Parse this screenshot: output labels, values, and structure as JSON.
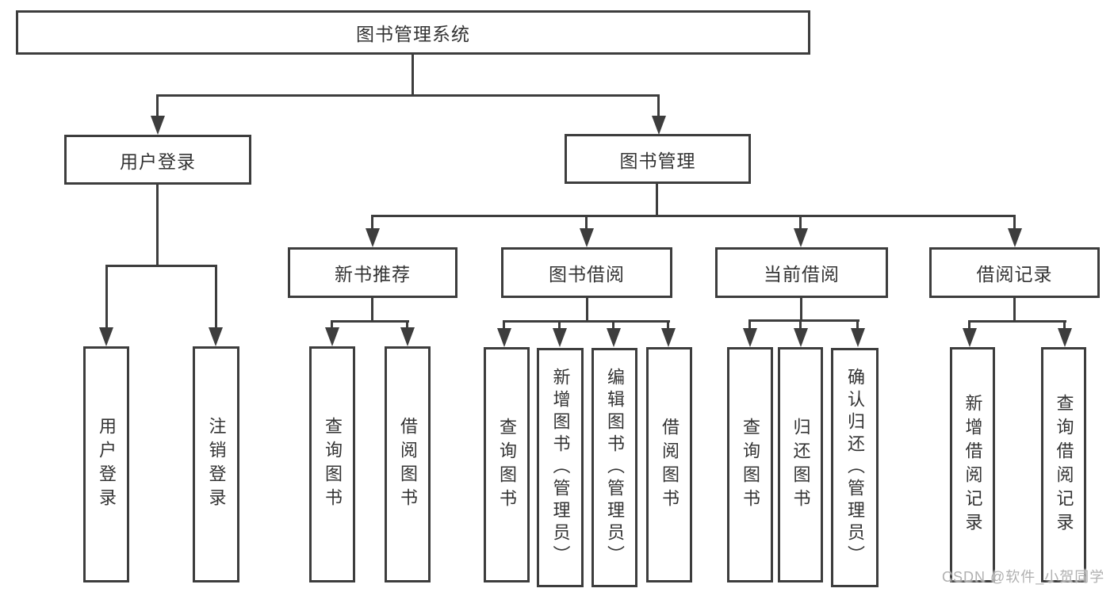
{
  "tree": {
    "root": {
      "label": "图书管理系统"
    },
    "level2": [
      {
        "label": "用户登录",
        "children": [
          {
            "label": "用户登录"
          },
          {
            "label": "注销登录"
          }
        ]
      },
      {
        "label": "图书管理",
        "children": [
          {
            "label": "新书推荐",
            "children": [
              {
                "label": "查询图书"
              },
              {
                "label": "借阅图书"
              }
            ]
          },
          {
            "label": "图书借阅",
            "children": [
              {
                "label": "查询图书"
              },
              {
                "label": "新增图书（管理员）"
              },
              {
                "label": "编辑图书（管理员）"
              },
              {
                "label": "借阅图书"
              }
            ]
          },
          {
            "label": "当前借阅",
            "children": [
              {
                "label": "查询图书"
              },
              {
                "label": "归还图书"
              },
              {
                "label": "确认归还（管理员）"
              }
            ]
          },
          {
            "label": "借阅记录",
            "children": [
              {
                "label": "新增借阅记录"
              },
              {
                "label": "查询借阅记录"
              }
            ]
          }
        ]
      }
    ]
  },
  "watermark": {
    "text": "CSDN @软件_小贺同学"
  },
  "colors": {
    "line": "#3d3d3d",
    "text": "#333333",
    "background": "#ffffff",
    "watermark": "#b0b0b0"
  }
}
